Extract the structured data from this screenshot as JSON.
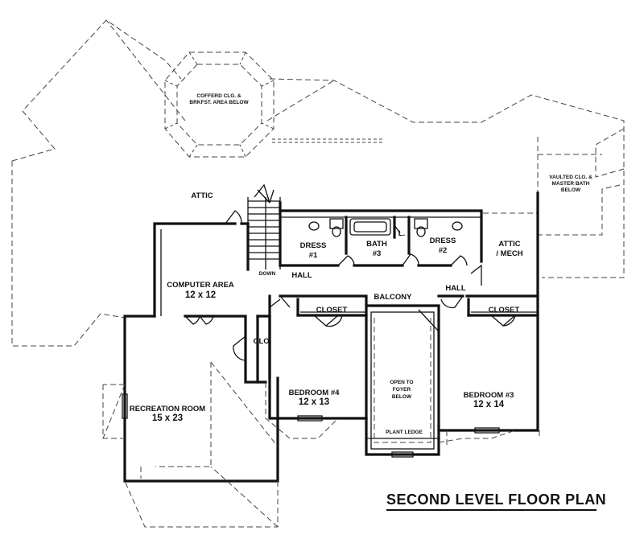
{
  "rooms": {
    "coffered": [
      "COFFERD CLG. &",
      "BRKFST. AREA BELOW"
    ],
    "attic_left": "ATTIC",
    "dress1": [
      "DRESS",
      "#1"
    ],
    "bath3": [
      "BATH",
      "#3"
    ],
    "linen": "L.",
    "dress2": [
      "DRESS",
      "#2"
    ],
    "attic_mech": [
      "ATTIC",
      "/ MECH"
    ],
    "vaulted": [
      "VAULTED CLG. &",
      "MASTER BATH",
      "BELOW"
    ],
    "down": "DOWN",
    "hall_left": "HALL",
    "hall_right": "HALL",
    "balcony": "BALCONY",
    "computer": [
      "COMPUTER AREA",
      "12 x 12"
    ],
    "closet_left": "CLOSET",
    "closet_right": "CLOSET",
    "clo": "CLO.",
    "recreation": [
      "RECREATION ROOM",
      "15 x 23"
    ],
    "bedroom4": [
      "BEDROOM #4",
      "12 x 13"
    ],
    "open_foyer": [
      "OPEN TO",
      "FOYER",
      "BELOW"
    ],
    "bedroom3": [
      "BEDROOM #3",
      "12 x 14"
    ],
    "plant_ledge": "PLANT LEDGE"
  },
  "title": "SECOND LEVEL FLOOR PLAN"
}
